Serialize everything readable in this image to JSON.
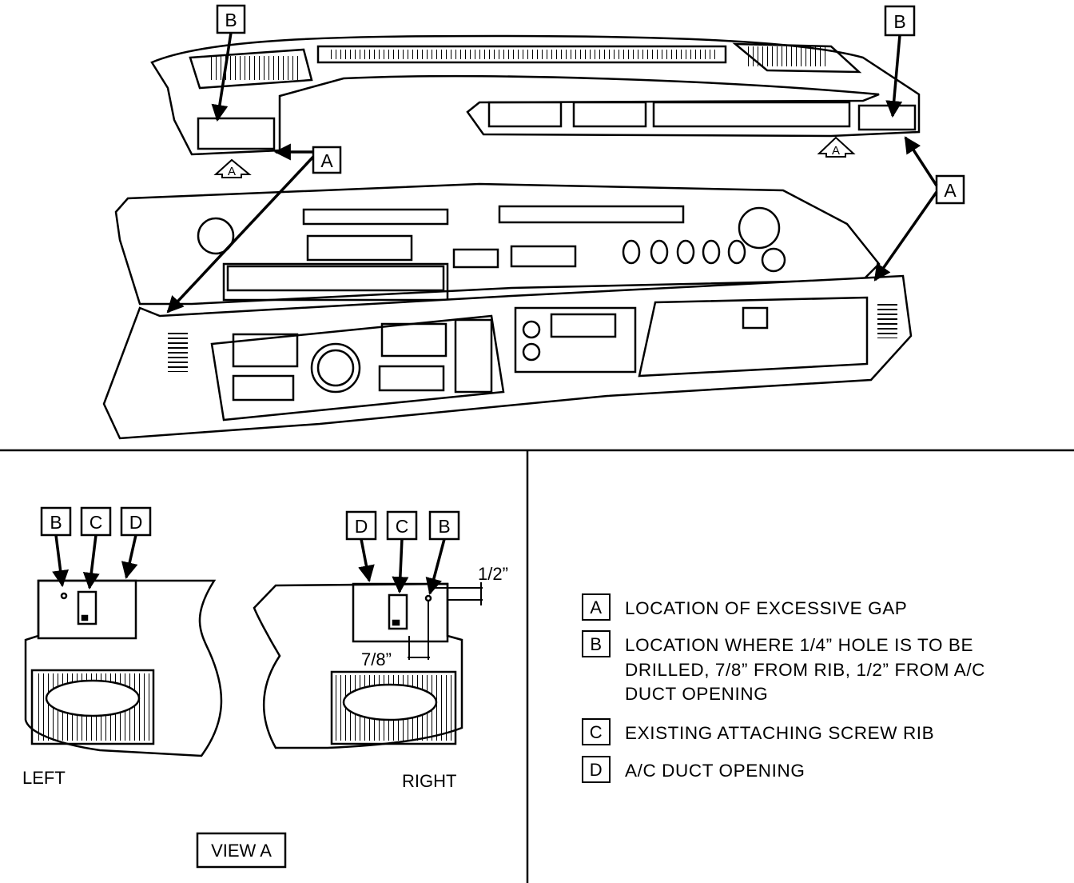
{
  "callouts": {
    "a": "A",
    "b": "B",
    "c": "C",
    "d": "D"
  },
  "view": {
    "left_label": "LEFT",
    "right_label": "RIGHT",
    "title": "VIEW A",
    "dim_half": "1/2”",
    "dim_seven_eighths": "7/8”"
  },
  "legend": [
    {
      "key": "A",
      "lines": [
        "LOCATION OF EXCESSIVE GAP"
      ]
    },
    {
      "key": "B",
      "lines": [
        "LOCATION WHERE 1/4” HOLE IS TO BE",
        "DRILLED, 7/8” FROM RIB, 1/2” FROM A/C",
        "DUCT OPENING"
      ]
    },
    {
      "key": "C",
      "lines": [
        "EXISTING ATTACHING SCREW RIB"
      ]
    },
    {
      "key": "D",
      "lines": [
        "A/C DUCT OPENING"
      ]
    }
  ]
}
